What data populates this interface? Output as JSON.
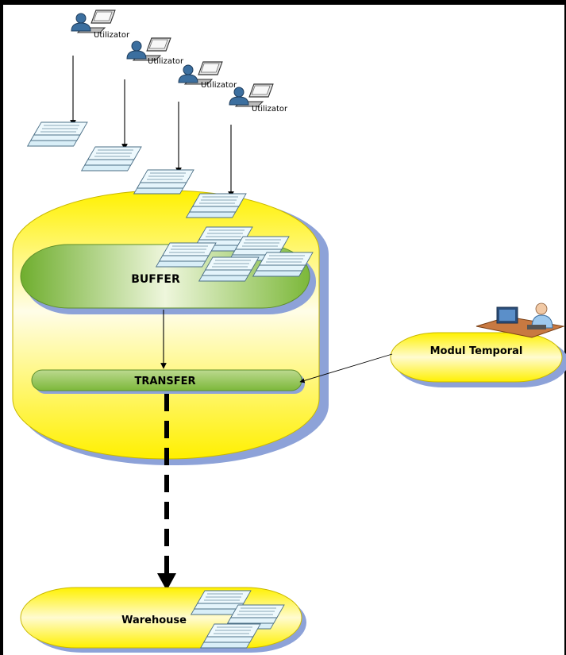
{
  "users": [
    {
      "label": "Utilizator"
    },
    {
      "label": "Utilizator"
    },
    {
      "label": "Utilizator"
    },
    {
      "label": "Utilizator"
    }
  ],
  "buffer": {
    "label": "BUFFER"
  },
  "transfer": {
    "label": "TRANSFER"
  },
  "temporal_module": {
    "label": "Modul Temporal"
  },
  "warehouse": {
    "label": "Warehouse"
  },
  "colors": {
    "container_fill": "#fff23a",
    "container_highlight": "#fffde0",
    "shadow": "#8da2d8",
    "inner_green": "#8cc34a",
    "inner_light": "#eef6dc",
    "document_blue": "#bfe3f2",
    "arrow": "#000000"
  }
}
